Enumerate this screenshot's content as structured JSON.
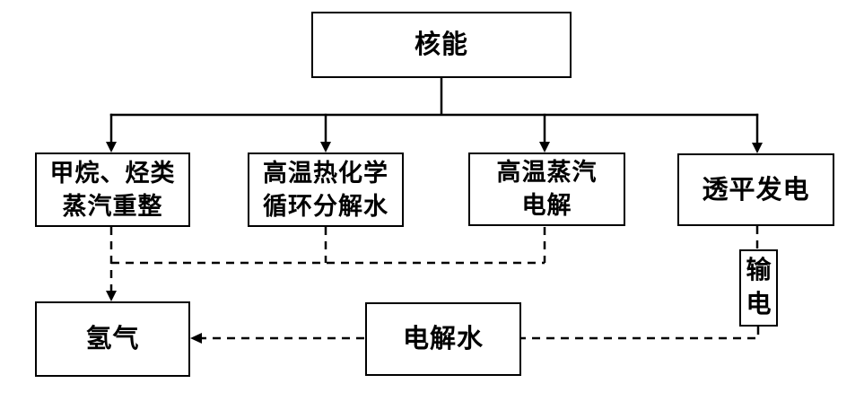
{
  "diagram": {
    "background_color": "#ffffff",
    "line_color": "#000000",
    "box_border_color": "#000000",
    "text_color": "#000000",
    "nodes": {
      "nuclear_energy": {
        "lines": [
          "核能"
        ]
      },
      "methane_reforming": {
        "lines": [
          "甲烷、烃类",
          "蒸汽重整"
        ]
      },
      "thermochemical_cycle": {
        "lines": [
          "高温热化学",
          "循环分解水"
        ]
      },
      "steam_electrolysis": {
        "lines": [
          "高温蒸汽",
          "电解"
        ]
      },
      "turbine_generation": {
        "lines": [
          "透平发电"
        ]
      },
      "power_transmission": {
        "lines": [
          "输",
          "电"
        ]
      },
      "hydrogen": {
        "lines": [
          "氢气"
        ]
      },
      "water_electrolysis": {
        "lines": [
          "电解水"
        ]
      }
    }
  }
}
